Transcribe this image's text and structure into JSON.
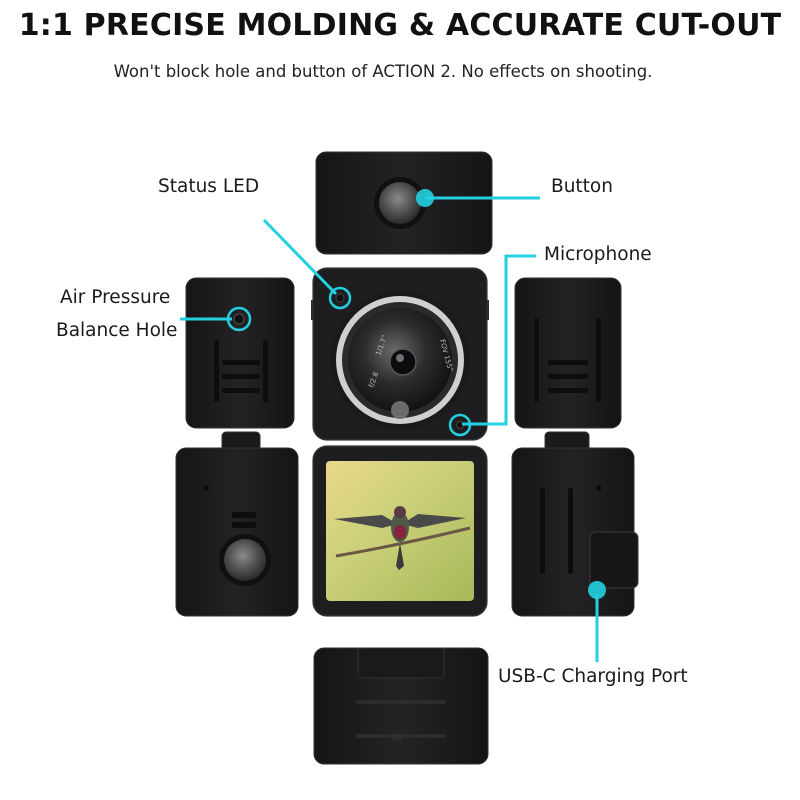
{
  "header": {
    "title": "1:1 PRECISE MOLDING & ACCURATE CUT-OUT",
    "subtitle": "Won't block hole and button of ACTION 2. No effects on shooting."
  },
  "callouts": {
    "status_led": "Status LED",
    "button": "Button",
    "microphone": "Microphone",
    "air_pressure_line1": "Air Pressure",
    "air_pressure_line2": "Balance Hole",
    "usb_c": "USB-C Charging Port"
  },
  "lens_text": {
    "aperture": "f/2.8",
    "sensor": "1/1.7\"",
    "fov": "FOV 155°"
  },
  "bottom_cap_text": "DJI",
  "colors": {
    "accent": "#22d0e0",
    "silicone": "#1b1b1d",
    "silicone_edge": "#2e2e31",
    "lens_ring": "#c9c9cc"
  }
}
